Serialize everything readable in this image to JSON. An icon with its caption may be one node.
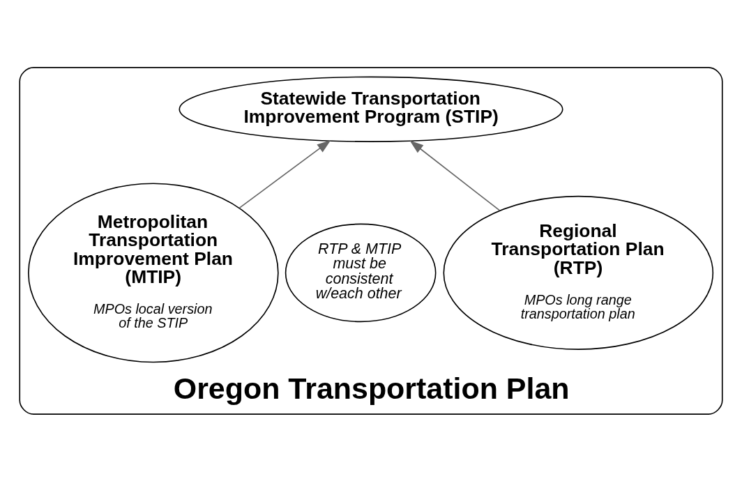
{
  "diagram": {
    "nodes": [
      {
        "text": [
          "Oregon Transportation Plan"
        ]
      },
      {
        "text": [
          "Statewide Transportation Improvement Program (STIP)"
        ],
        "in": 0
      },
      {
        "text": [
          "Regional Transportation Plan (RTP)",
          "MPOs long range transportation plan"
        ],
        "in": 0
      },
      {
        "text": [
          "RTP & MTIP must be consistent w/each other"
        ],
        "in": 0
      },
      {
        "text": [
          "Metropolitan Transportation Improvement Plan (MTIP)",
          "MPOs local version of the STIP"
        ],
        "in": 0
      }
    ],
    "edges": [
      {
        "from": 2,
        "to": 1,
        "arrow": "to"
      },
      {
        "from": 4,
        "to": 1,
        "arrow": "to"
      }
    ]
  }
}
